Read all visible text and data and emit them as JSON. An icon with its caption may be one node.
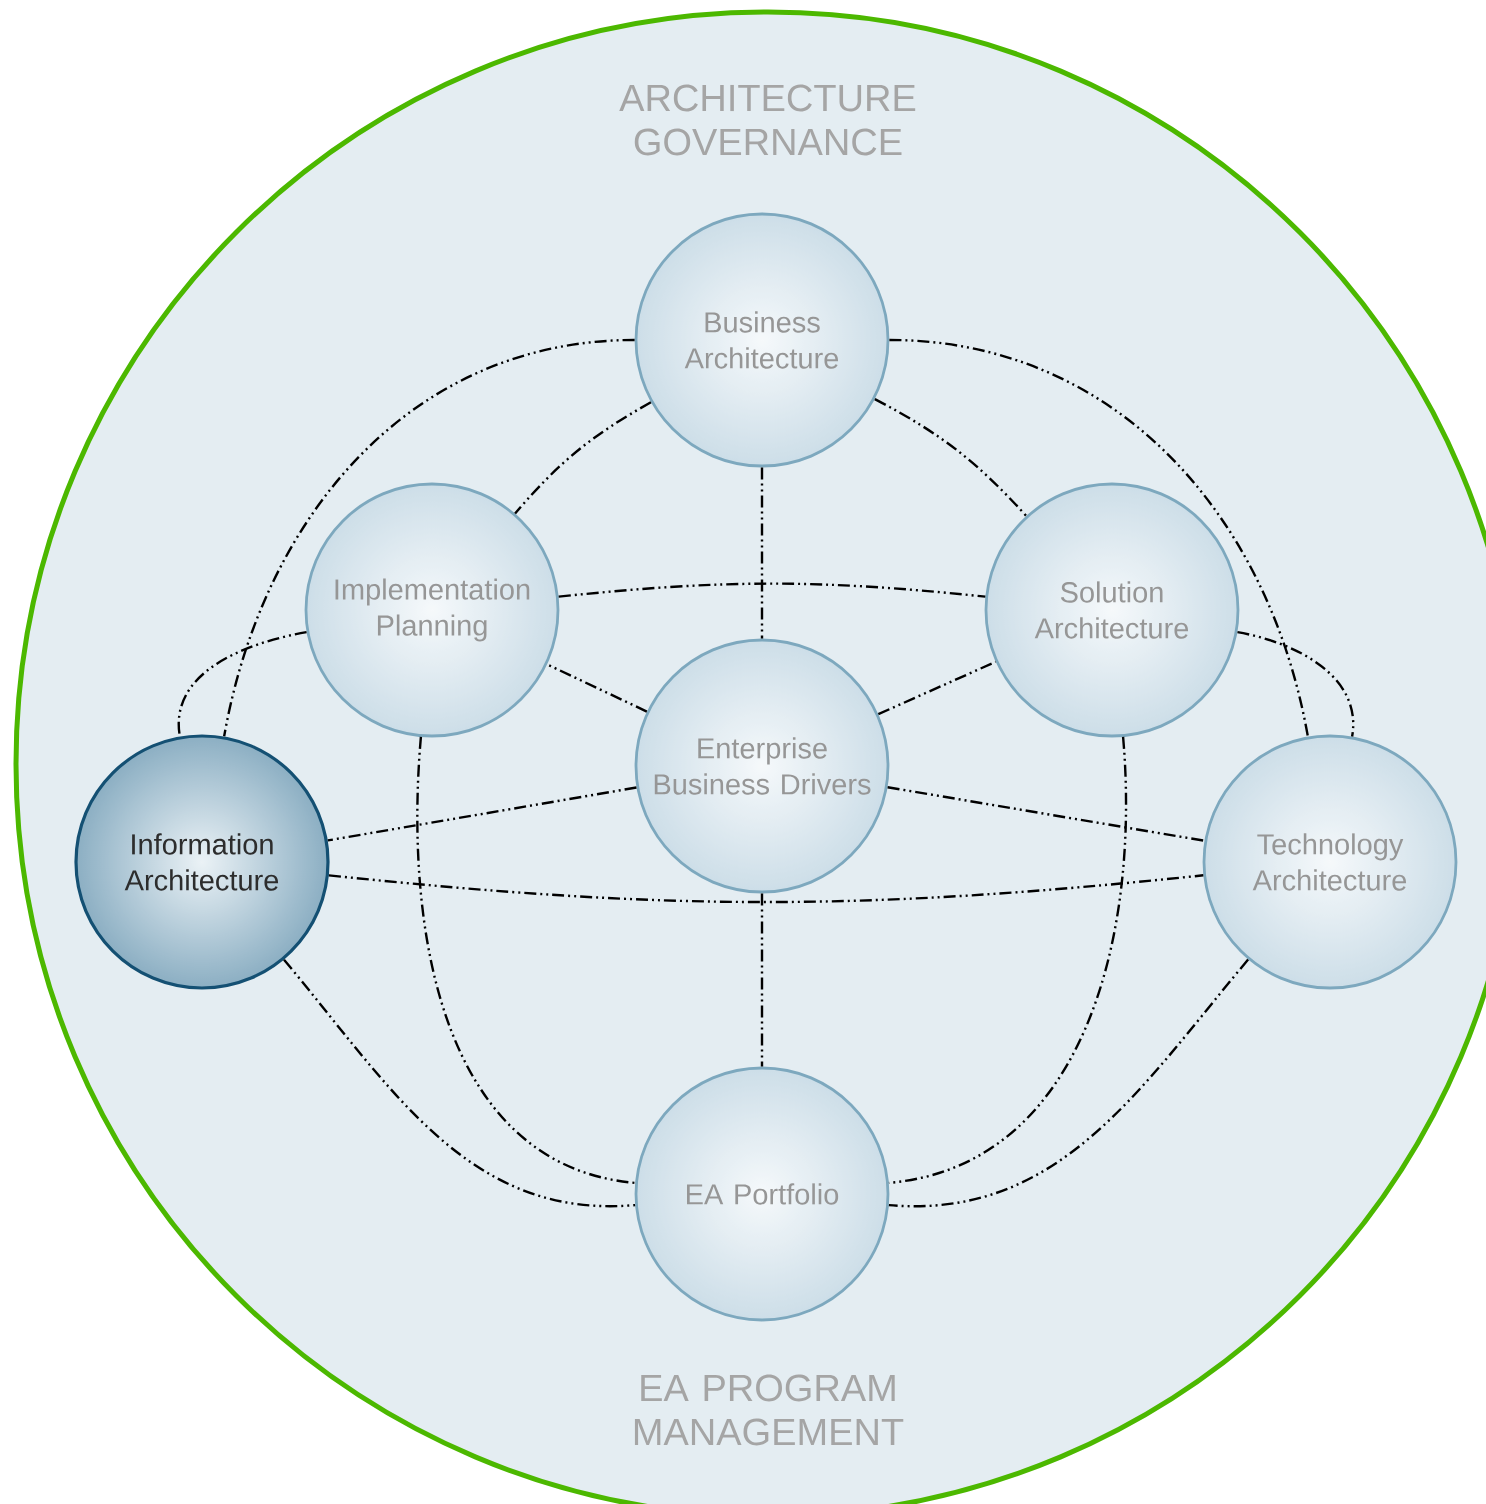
{
  "diagram": {
    "nodes": [
      {
        "text": [
          "ARCHITECTURE GOVERNANCE",
          "EA PROGRAM MANAGEMENT"
        ]
      },
      {
        "text": [
          "Business Architecture"
        ],
        "in": 0
      },
      {
        "text": [
          "Implementation Planning"
        ],
        "in": 0
      },
      {
        "text": [
          "Solution Architecture"
        ],
        "in": 0
      },
      {
        "text": [
          "Enterprise Business Drivers"
        ],
        "in": 0
      },
      {
        "text": [
          "Information Architecture"
        ],
        "in": 0
      },
      {
        "text": [
          "Technology Architecture"
        ],
        "in": 0
      },
      {
        "text": [
          "EA Portfolio"
        ],
        "in": 0
      }
    ],
    "edges": [
      {
        "from": 1,
        "to": 2,
        "arrow": "none",
        "style": "dashed"
      },
      {
        "from": 1,
        "to": 3,
        "arrow": "none",
        "style": "dashed"
      },
      {
        "from": 1,
        "to": 5,
        "arrow": "none",
        "style": "dashed"
      },
      {
        "from": 1,
        "to": 6,
        "arrow": "none",
        "style": "dashed"
      },
      {
        "from": 1,
        "to": 4,
        "arrow": "none",
        "style": "dashed"
      },
      {
        "from": 2,
        "to": 3,
        "arrow": "none",
        "style": "dashed"
      },
      {
        "from": 2,
        "to": 5,
        "arrow": "none",
        "style": "dashed"
      },
      {
        "from": 3,
        "to": 6,
        "arrow": "none",
        "style": "dashed"
      },
      {
        "from": 5,
        "to": 6,
        "arrow": "none",
        "style": "dashed"
      },
      {
        "from": 2,
        "to": 7,
        "arrow": "none",
        "style": "dashed"
      },
      {
        "from": 3,
        "to": 7,
        "arrow": "none",
        "style": "dashed"
      },
      {
        "from": 5,
        "to": 7,
        "arrow": "none",
        "style": "dashed"
      },
      {
        "from": 6,
        "to": 7,
        "arrow": "none",
        "style": "dashed"
      },
      {
        "from": 4,
        "to": 2,
        "arrow": "none",
        "style": "dashed"
      },
      {
        "from": 4,
        "to": 3,
        "arrow": "none",
        "style": "dashed"
      },
      {
        "from": 4,
        "to": 5,
        "arrow": "none",
        "style": "dashed"
      },
      {
        "from": 4,
        "to": 6,
        "arrow": "none",
        "style": "dashed"
      },
      {
        "from": 4,
        "to": 7,
        "arrow": "none",
        "style": "dashed"
      }
    ]
  }
}
